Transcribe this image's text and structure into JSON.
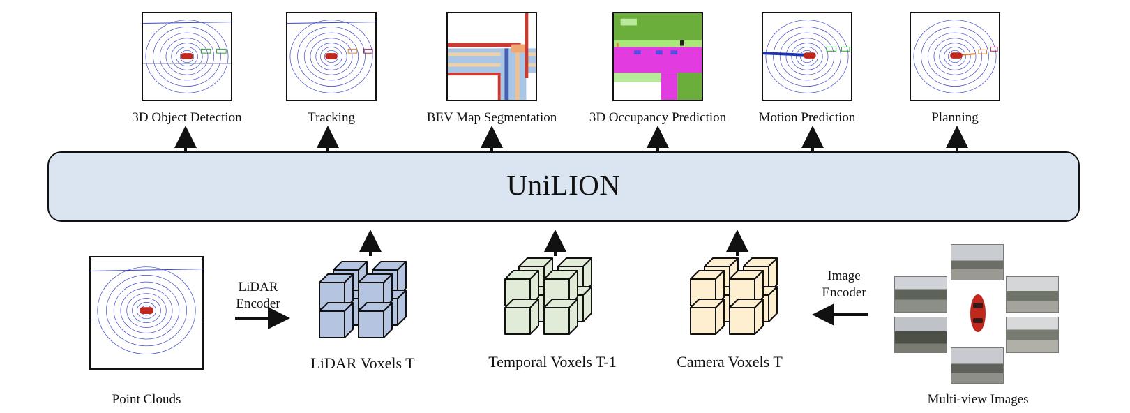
{
  "backbone": {
    "title": "UniLION"
  },
  "tasks": [
    {
      "label": "3D Object Detection",
      "icon": "lidar-bev-icon"
    },
    {
      "label": "Tracking",
      "icon": "lidar-bev-icon"
    },
    {
      "label": "BEV Map Segmentation",
      "icon": "bev-map-icon"
    },
    {
      "label": "3D Occupancy Prediction",
      "icon": "occupancy-map-icon"
    },
    {
      "label": "Motion Prediction",
      "icon": "lidar-bev-icon"
    },
    {
      "label": "Planning",
      "icon": "lidar-bev-icon"
    }
  ],
  "inputs": {
    "point_clouds": "Point Clouds",
    "lidar_encoder_line1": "LiDAR",
    "lidar_encoder_line2": "Encoder",
    "image_encoder_line1": "Image",
    "image_encoder_line2": "Encoder",
    "multiview": "Multi-view Images"
  },
  "voxels": {
    "lidar": {
      "label": "LiDAR Voxels T",
      "color": "#b4c4e1"
    },
    "temporal": {
      "label": "Temporal Voxels  T-1",
      "color": "#e1ecd8"
    },
    "camera": {
      "label": "Camera Voxels T",
      "color": "#fdefcf"
    }
  },
  "colors": {
    "backbone_fill": "#dbe5f1",
    "lidar_points": "#3040c0",
    "car": "#c0281e"
  }
}
